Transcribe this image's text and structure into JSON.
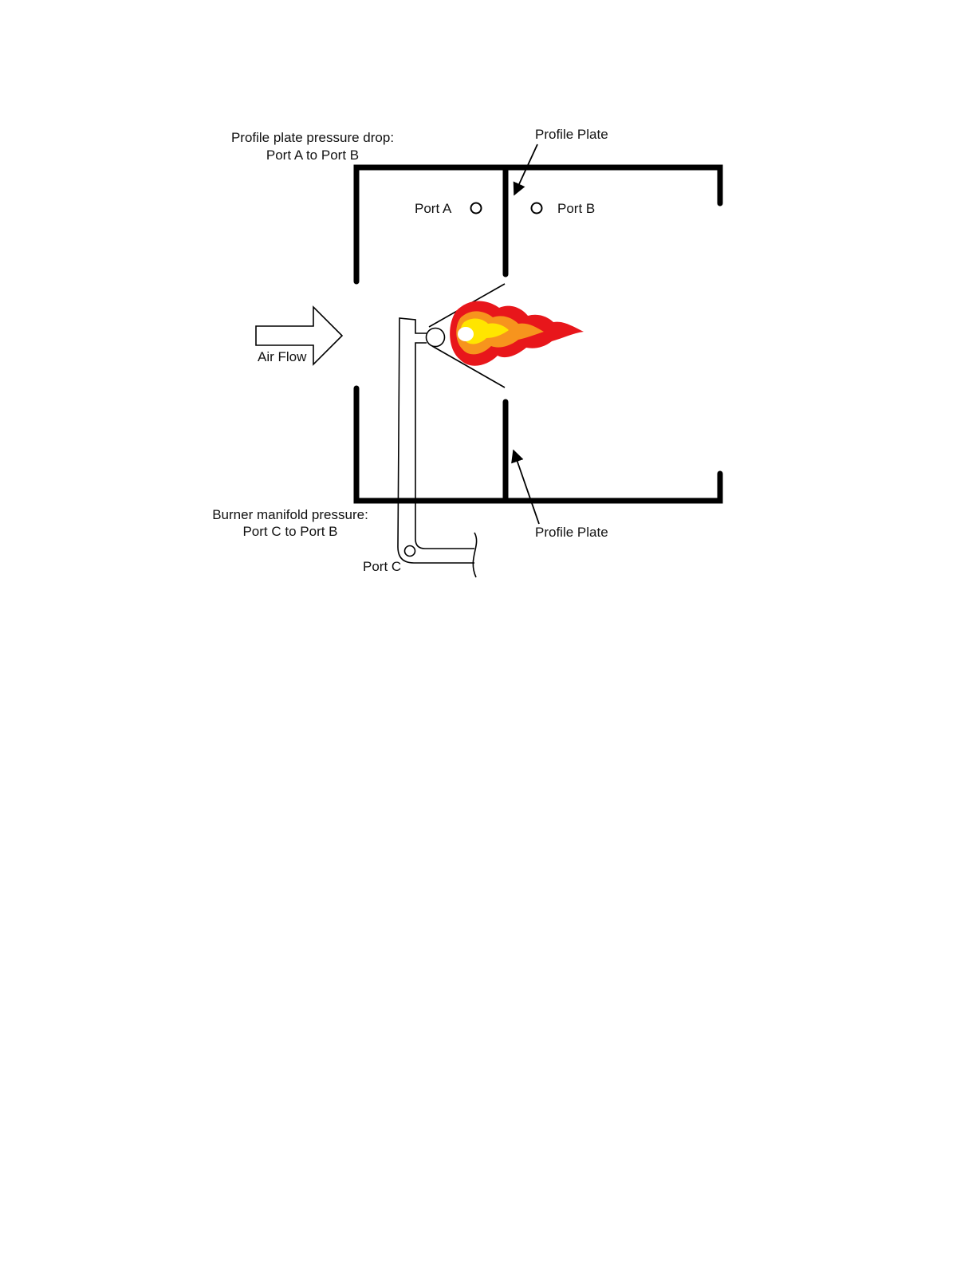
{
  "labels": {
    "profile_drop_line1": "Profile plate pressure drop:",
    "profile_drop_line2": "Port A to Port B",
    "profile_plate_top": "Profile Plate",
    "profile_plate_bottom": "Profile Plate",
    "port_a": "Port A",
    "port_b": "Port B",
    "port_c": "Port C",
    "air_flow": "Air Flow",
    "manifold_line1": "Burner manifold pressure:",
    "manifold_line2": "Port C to Port B"
  },
  "colors": {
    "line": "#000000",
    "flame_outer": "#e8161b",
    "flame_mid": "#f7941d",
    "flame_inner": "#ffe500",
    "flame_core": "#ffffff"
  }
}
